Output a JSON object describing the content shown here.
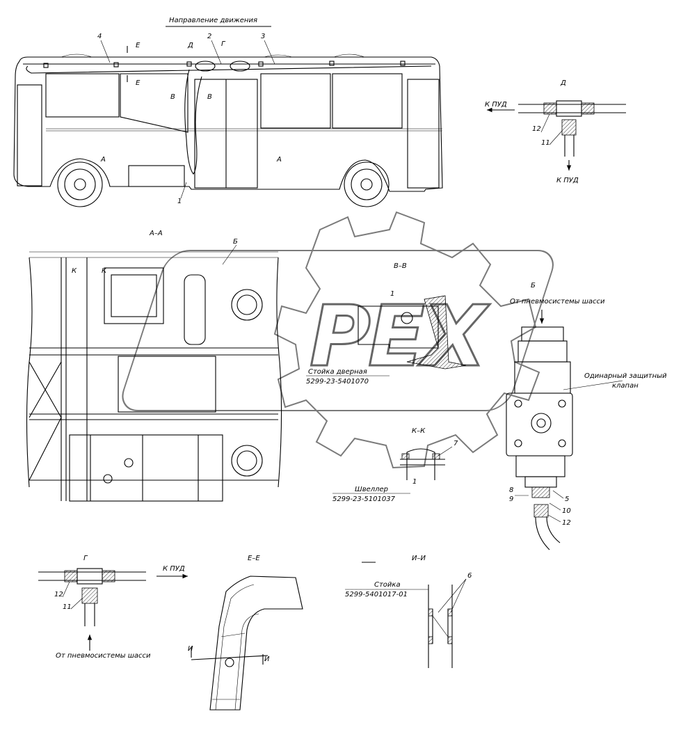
{
  "labels": {
    "direction": "Направление движения",
    "to_pud": "К ПУД",
    "from_pneumo": "От пневмосистемы шасси",
    "valve_title_1": "Одинарный защитный",
    "valve_title_2": "клапан",
    "door_post_1": "Стойка дверная",
    "door_post_2": "5299-23-5401070",
    "channel_1": "Швеллер",
    "channel_2": "5299-23-5101037",
    "post_1": "Стойка",
    "post_2": "5299-5401017-01"
  },
  "views": {
    "aa": "А–А",
    "bb": "В–В",
    "kk": "К–К",
    "ee": "Е–Е",
    "ii": "И–И",
    "d": "Д",
    "g": "Г",
    "b": "Б"
  },
  "section_marks": {
    "e": "Е",
    "d": "Д",
    "g": "Г",
    "b": "Б",
    "v": "В",
    "a": "А",
    "k": "К",
    "i": "И"
  },
  "positions": {
    "p1": "1",
    "p2": "2",
    "p3": "3",
    "p4": "4",
    "p5": "5",
    "p6": "6",
    "p7": "7",
    "p8": "8",
    "p9": "9",
    "p10": "10",
    "p11": "11",
    "p12": "12"
  },
  "watermark": "PEX"
}
